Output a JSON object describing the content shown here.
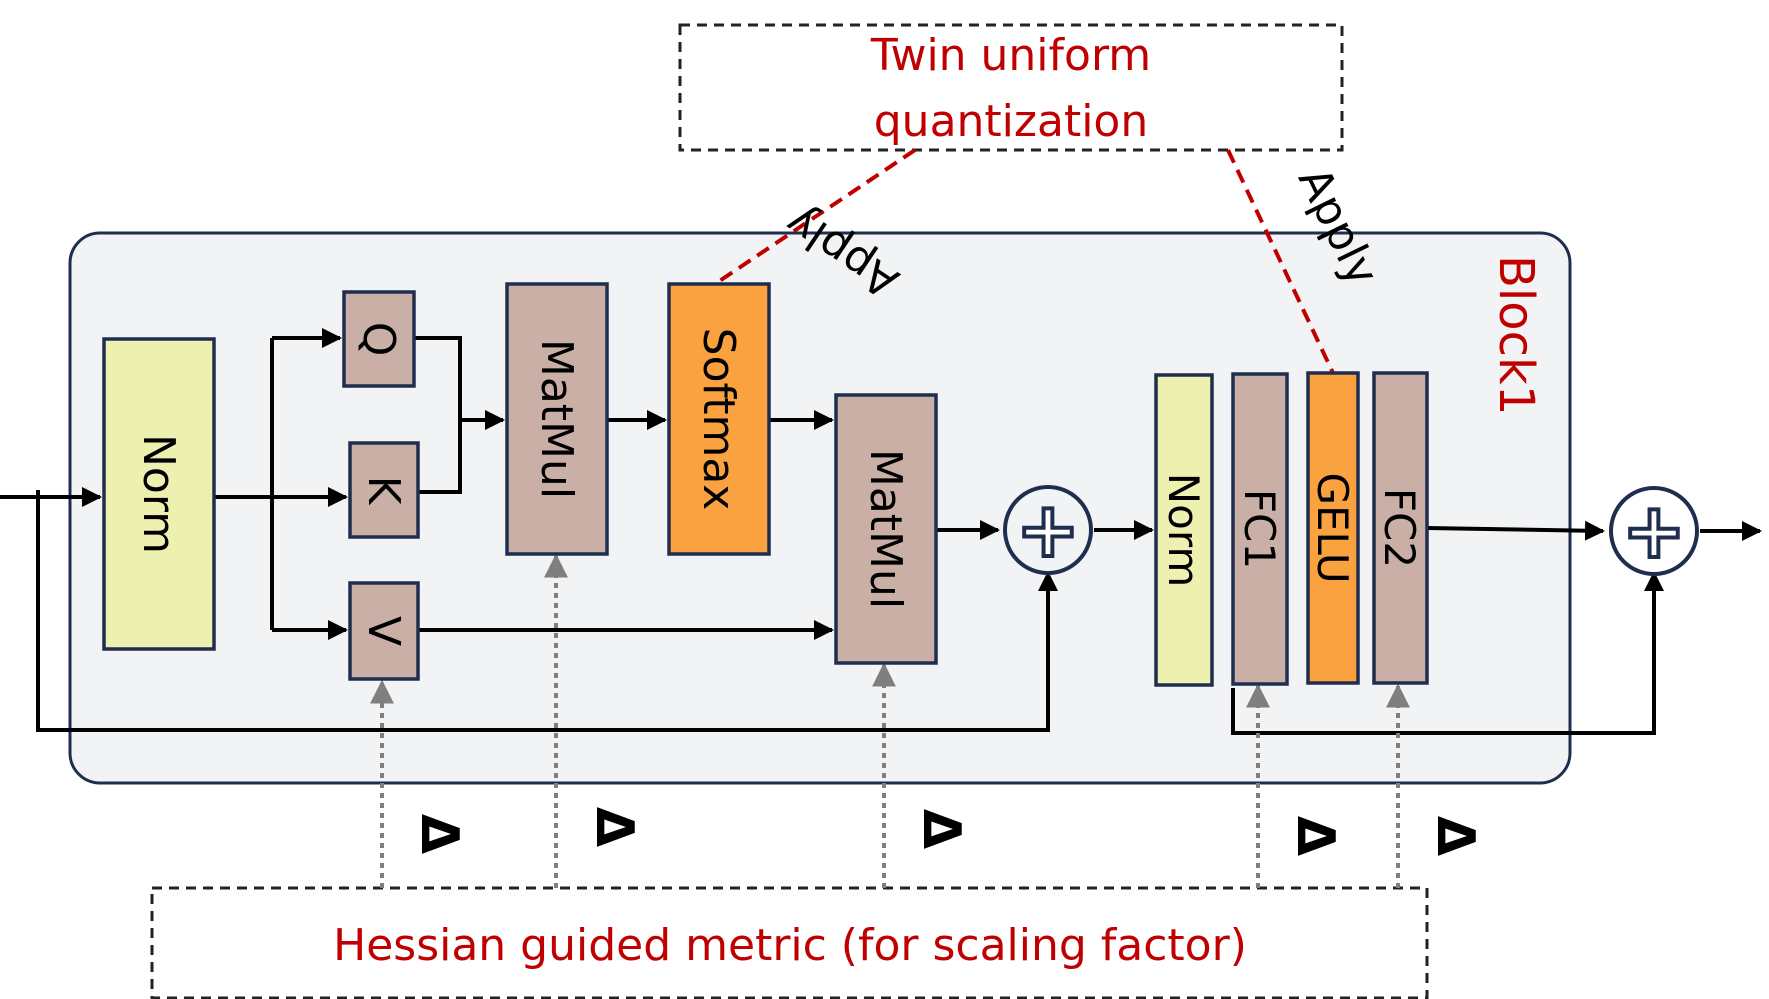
{
  "top_box": {
    "line1": "Twin uniform",
    "line2": "quantization"
  },
  "bottom_box": {
    "label": "Hessian guided metric (for scaling factor)"
  },
  "block": {
    "label": "Block1"
  },
  "apply_labels": [
    "Apply",
    "Apply"
  ],
  "delta_symbol": "Δ",
  "plus_symbol": "+",
  "nodes": {
    "norm1": "Norm",
    "q": "Q",
    "k": "K",
    "v": "V",
    "matmul1": "MatMul",
    "softmax": "Softmax",
    "matmul2": "MatMul",
    "norm2": "Norm",
    "fc1": "FC1",
    "gelu": "GELU",
    "fc2": "FC2"
  },
  "colors": {
    "accent_red": "#c00000",
    "norm_fill": "#eef0b0",
    "op_fill": "#c9afa5",
    "act_fill": "#f9a23f",
    "block_fill": "#f2f3f5",
    "block_stroke": "#1f2d4e",
    "dotted_gray": "#808080"
  }
}
